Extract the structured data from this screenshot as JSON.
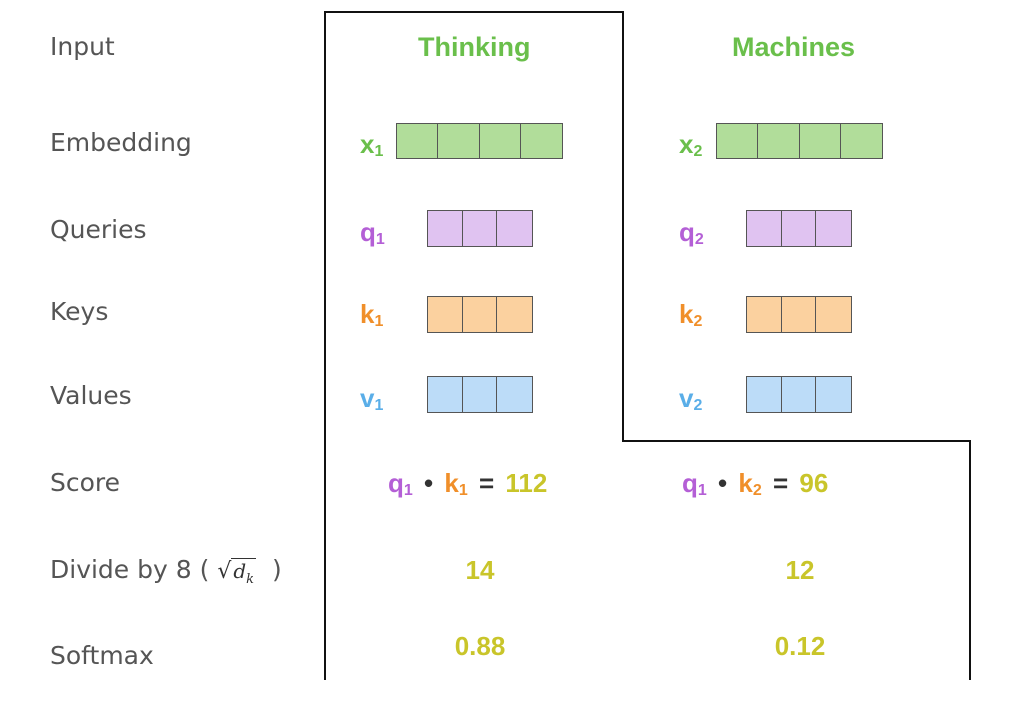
{
  "rows": {
    "input": "Input",
    "embedding": "Embedding",
    "queries": "Queries",
    "keys": "Keys",
    "values": "Values",
    "score": "Score",
    "divide": "Divide by 8 (",
    "divide_close": ")",
    "softmax": "Softmax"
  },
  "divide_math": {
    "radical": "√",
    "base": "d",
    "sub": "k"
  },
  "words": [
    {
      "text": "Thinking",
      "symbols": {
        "x": "x",
        "q": "q",
        "k": "k",
        "v": "v",
        "idx": "1"
      }
    },
    {
      "text": "Machines",
      "symbols": {
        "x": "x",
        "q": "q",
        "k": "k",
        "v": "v",
        "idx": "2"
      }
    }
  ],
  "scores": [
    {
      "q": "q",
      "q_idx": "1",
      "dot": "•",
      "k": "k",
      "k_idx": "1",
      "eq": "=",
      "value": "112"
    },
    {
      "q": "q",
      "q_idx": "1",
      "dot": "•",
      "k": "k",
      "k_idx": "2",
      "eq": "=",
      "value": "96"
    }
  ],
  "divided": [
    "14",
    "12"
  ],
  "softmax": [
    "0.88",
    "0.12"
  ],
  "colors": {
    "embedding": "#6abf4b",
    "query": "#b45fd6",
    "key": "#f08f2a",
    "value": "#5aaee8",
    "result": "#c9c52a",
    "embedding_fill": "#b1dd9a",
    "query_fill": "#e0c3f1",
    "key_fill": "#fbd19f",
    "value_fill": "#bcdcf8"
  },
  "vectors": {
    "embedding_cells": 4,
    "qkv_cells": 3
  }
}
